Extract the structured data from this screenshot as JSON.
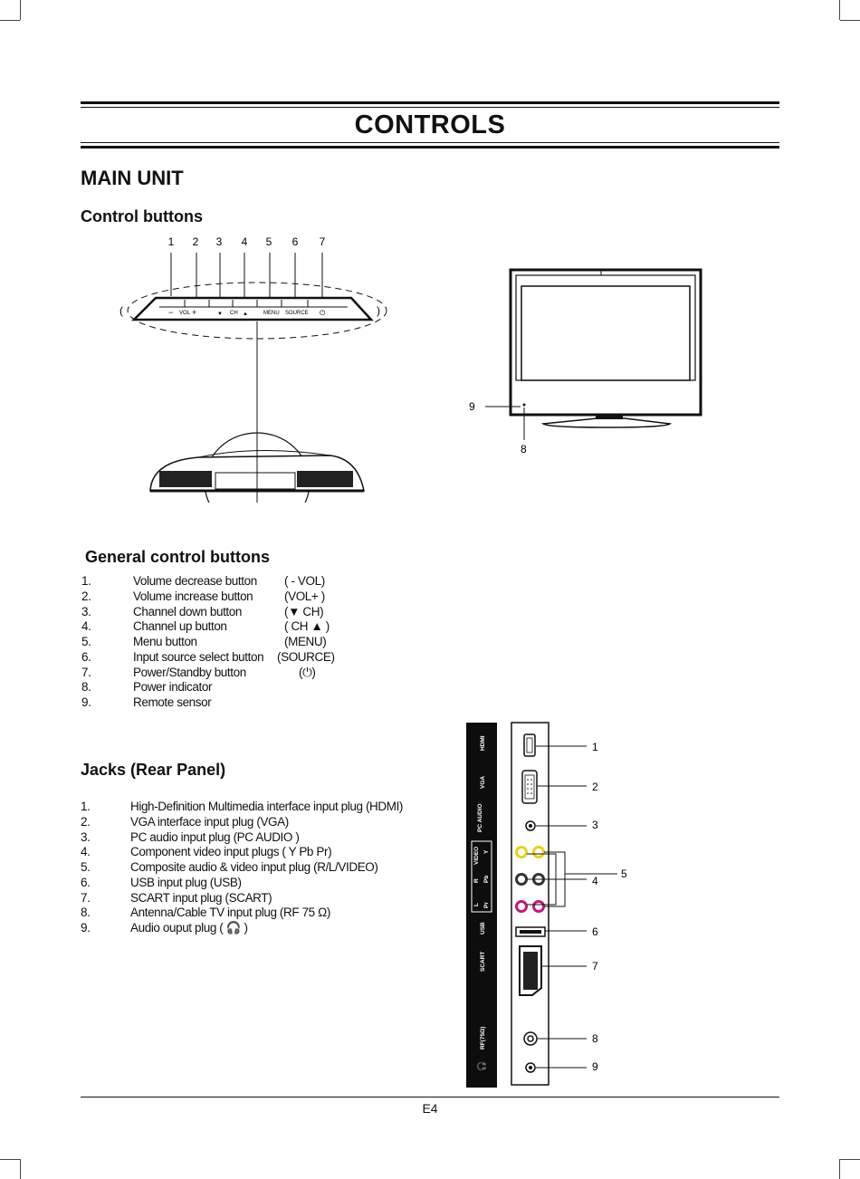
{
  "page": {
    "title": "CONTROLS",
    "section": "MAIN UNIT",
    "control_buttons_heading": "Control buttons",
    "footer": "E4"
  },
  "diagram": {
    "top_callouts": [
      "1",
      "2",
      "3",
      "4",
      "5",
      "6",
      "7"
    ],
    "panel_labels": {
      "vol_minus": "−",
      "vol": "VOL",
      "vol_plus": "+",
      "ch_down": "▼",
      "ch": "CH",
      "ch_up": "▲",
      "menu": "MENU",
      "source": "SOURCE",
      "power": "⏻"
    },
    "tv_callouts": [
      "9",
      "8"
    ]
  },
  "general": {
    "heading": "General control buttons",
    "items": [
      {
        "num": "1.",
        "label": "Volume decrease button",
        "code": "( - VOL)"
      },
      {
        "num": "2.",
        "label": "Volume increase button",
        "code": "(VOL+ )"
      },
      {
        "num": "3.",
        "label": "Channel down button",
        "code": "(▼ CH)"
      },
      {
        "num": "4.",
        "label": "Channel up button",
        "code": "( CH ▲ )"
      },
      {
        "num": "5.",
        "label": "Menu button",
        "code": "(MENU)"
      },
      {
        "num": "6.",
        "label": "Input source select button",
        "code": "(SOURCE)"
      },
      {
        "num": "7.",
        "label": "Power/Standby button",
        "code": "(⏻)"
      },
      {
        "num": "8.",
        "label": "Power indicator",
        "code": ""
      },
      {
        "num": "9.",
        "label": "Remote sensor",
        "code": ""
      }
    ]
  },
  "jacks": {
    "heading": "Jacks (Rear Panel)",
    "items": [
      {
        "num": "1.",
        "text": "High-Definition Multimedia interface input plug  (HDMI)"
      },
      {
        "num": "2.",
        "text": "VGA interface input plug   (VGA)"
      },
      {
        "num": "3.",
        "text": "PC audio input plug   (PC  AUDIO )"
      },
      {
        "num": "4.",
        "text": "Component video input plugs    ( Y Pb Pr)"
      },
      {
        "num": "5.",
        "text": "Composite audio & video input plug    (R/L/VIDEO)"
      },
      {
        "num": "6.",
        "text": "USB input plug (USB)"
      },
      {
        "num": "7.",
        "text": "SCART input plug   (SCART)"
      },
      {
        "num": "8.",
        "text": "Antenna/Cable TV input plug    (RF 75 Ω)"
      },
      {
        "num": "9.",
        "text": "Audio ouput plug    ( 🎧 )"
      }
    ]
  },
  "rear_panel": {
    "strip_labels": {
      "hdmi": "HDMI",
      "vga": "VGA",
      "pc_audio": "PC AUDIO",
      "video": "VIDEO",
      "y": "Y",
      "r": "R",
      "pb": "Pb",
      "l": "L",
      "pr": "Pr",
      "usb": "USB",
      "scart": "SCART",
      "rf": "RF(75Ω)",
      "headphone": "🎧"
    },
    "callouts": [
      "1",
      "2",
      "3",
      "4",
      "5",
      "6",
      "7",
      "8",
      "9"
    ],
    "colors": {
      "yellow": "#e8d21a",
      "magenta": "#c0187a",
      "strip": "#0d0d0d"
    }
  }
}
